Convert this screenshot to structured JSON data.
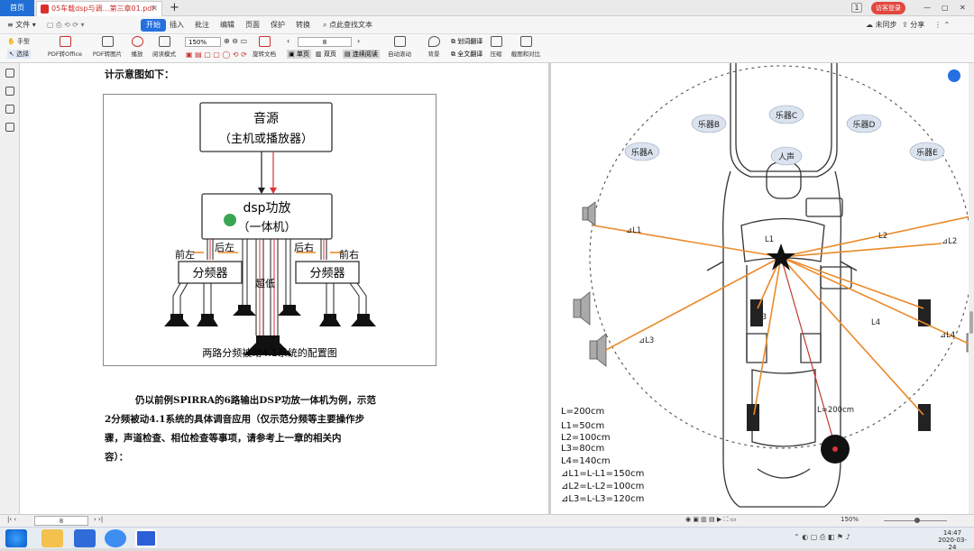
{
  "tabs": {
    "home": "首页",
    "doc": "05车载dsp与调…第三章01.pdf"
  },
  "titlebar": {
    "count": "1",
    "login": "访客登录"
  },
  "menu": {
    "file": "文件",
    "items": [
      "开始",
      "插入",
      "批注",
      "编辑",
      "页面",
      "保护",
      "转换"
    ],
    "search": "点此查找文本",
    "sync": "未同步",
    "share": "分享"
  },
  "toolbar": {
    "hand": "手型",
    "select": "选择",
    "pdf_office": "PDF转Office",
    "pdf_img": "PDF转图片",
    "play": "播放",
    "read": "阅读模式",
    "zoom": "150%",
    "page": "8",
    "rotate": "旋转文档",
    "single": "单页",
    "double": "双页",
    "continuous": "连续阅读",
    "autoscroll": "自动滚动",
    "bg": "背景",
    "translate": "划词翻译",
    "fulltranslate": "全文翻译",
    "compress": "压缩",
    "screenshot": "截图和对比"
  },
  "doc": {
    "heading": "计示意图如下：",
    "diagram": {
      "source_l1": "音源",
      "source_l2": "（主机或播放器）",
      "dsp_l1": "dsp功放",
      "dsp_l2": "（一体机）",
      "front_left": "前左",
      "rear_left": "后左",
      "rear_right": "后右",
      "front_right": "前右",
      "crossover": "分频器",
      "sub": "超低",
      "caption": "两路分频被动4.1系统的配置图"
    },
    "paragraph": [
      "仍以前例SPIRRA的6路输出DSP功放一体机为例，示范",
      "2分频被动4.1系统的具体调音应用（仅示范分频等主要操作步",
      "骤，声道检查、相位检查等事项，请参考上一章的相关内",
      "容）："
    ],
    "car": {
      "instruments": [
        "乐器A",
        "乐器B",
        "乐器C",
        "乐器D",
        "乐器E"
      ],
      "vocal": "人声",
      "dist_labels": [
        "L1",
        "L2",
        "L3",
        "L4",
        "L=200cm"
      ],
      "delta_labels": [
        "⊿L1",
        "⊿L2",
        "⊿L3",
        "⊿L4"
      ],
      "legend": [
        "L=200cm",
        "L1=50cm",
        "L2=100cm",
        "L3=80cm",
        "L4=140cm",
        "⊿L1=L-L1=150cm",
        "⊿L2=L-L2=100cm",
        "⊿L3=L-L3=120cm"
      ]
    }
  },
  "status": {
    "page": "8",
    "zoom": "150%"
  },
  "clock": {
    "time": "14:47",
    "date": "2020-03-24"
  }
}
